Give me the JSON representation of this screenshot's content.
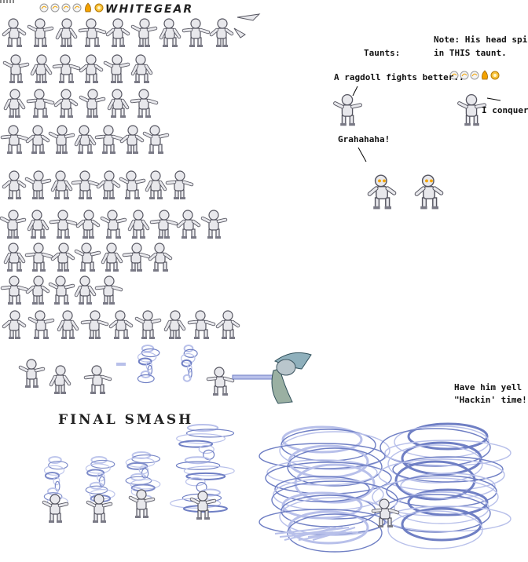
{
  "header": {
    "title": "WHITEGEAR"
  },
  "taunts": {
    "heading": "Taunts:",
    "note_line1": "Note: His head spins",
    "note_line2": "in THIS taunt.",
    "ragdoll": "A ragdoll fights better..",
    "conquer": "I conquer!",
    "laugh": "Grahahaha!"
  },
  "final_smash": {
    "title": "FINAL SMASH",
    "yell_line1": "Have him yell",
    "yell_line2": "\"Hackin' time!\""
  },
  "colors": {
    "robot_body": "#e8e8ec",
    "robot_outline": "#555560",
    "robot_dark": "#7a7a86",
    "eye_glow": "#f2a400",
    "energy": "#6f7fc4",
    "energy_light": "#b8c0ea"
  },
  "icons": {
    "header_icons": [
      "white-swirl-icon",
      "white-swirl-icon",
      "white-swirl-icon",
      "white-swirl-icon",
      "orange-flame-icon",
      "orange-burst-icon"
    ],
    "taunt_icons": [
      "white-swirl-icon",
      "white-swirl-icon",
      "white-swirl-icon",
      "orange-flame-icon",
      "orange-burst-icon"
    ]
  }
}
